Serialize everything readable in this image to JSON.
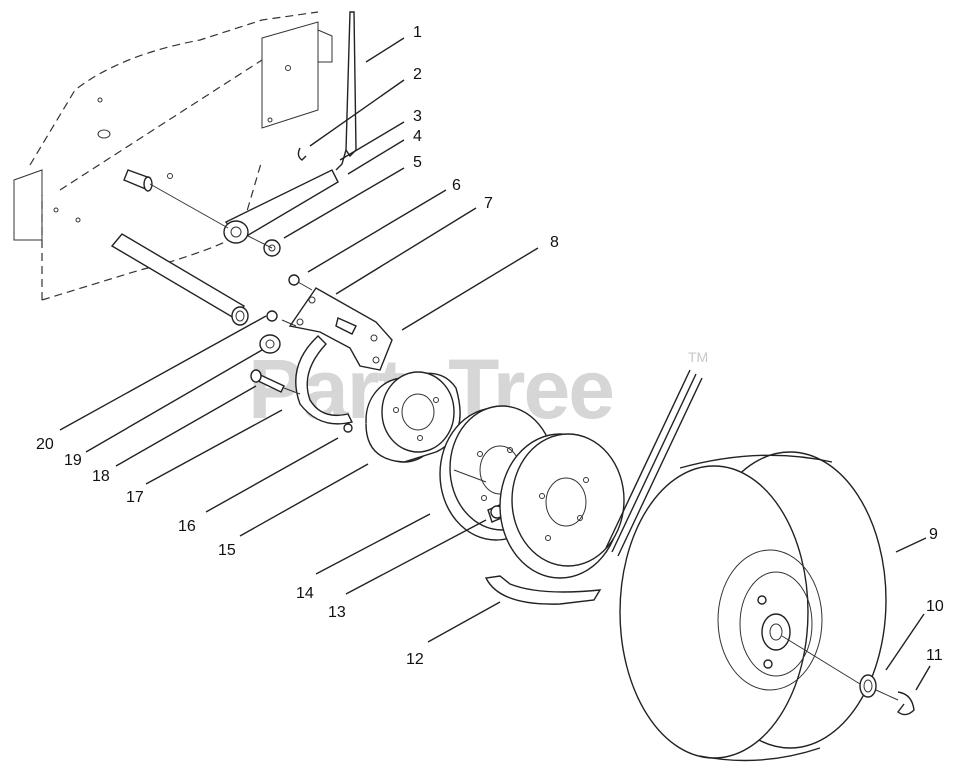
{
  "watermark": {
    "text": "PartsTree",
    "trademark": "TM"
  },
  "callouts": [
    {
      "number": "1"
    },
    {
      "number": "2"
    },
    {
      "number": "3"
    },
    {
      "number": "4"
    },
    {
      "number": "5"
    },
    {
      "number": "6"
    },
    {
      "number": "7"
    },
    {
      "number": "8"
    },
    {
      "number": "9"
    },
    {
      "number": "10"
    },
    {
      "number": "11"
    },
    {
      "number": "12"
    },
    {
      "number": "13"
    },
    {
      "number": "14"
    },
    {
      "number": "15"
    },
    {
      "number": "16"
    },
    {
      "number": "17"
    },
    {
      "number": "18"
    },
    {
      "number": "19"
    },
    {
      "number": "20"
    }
  ]
}
